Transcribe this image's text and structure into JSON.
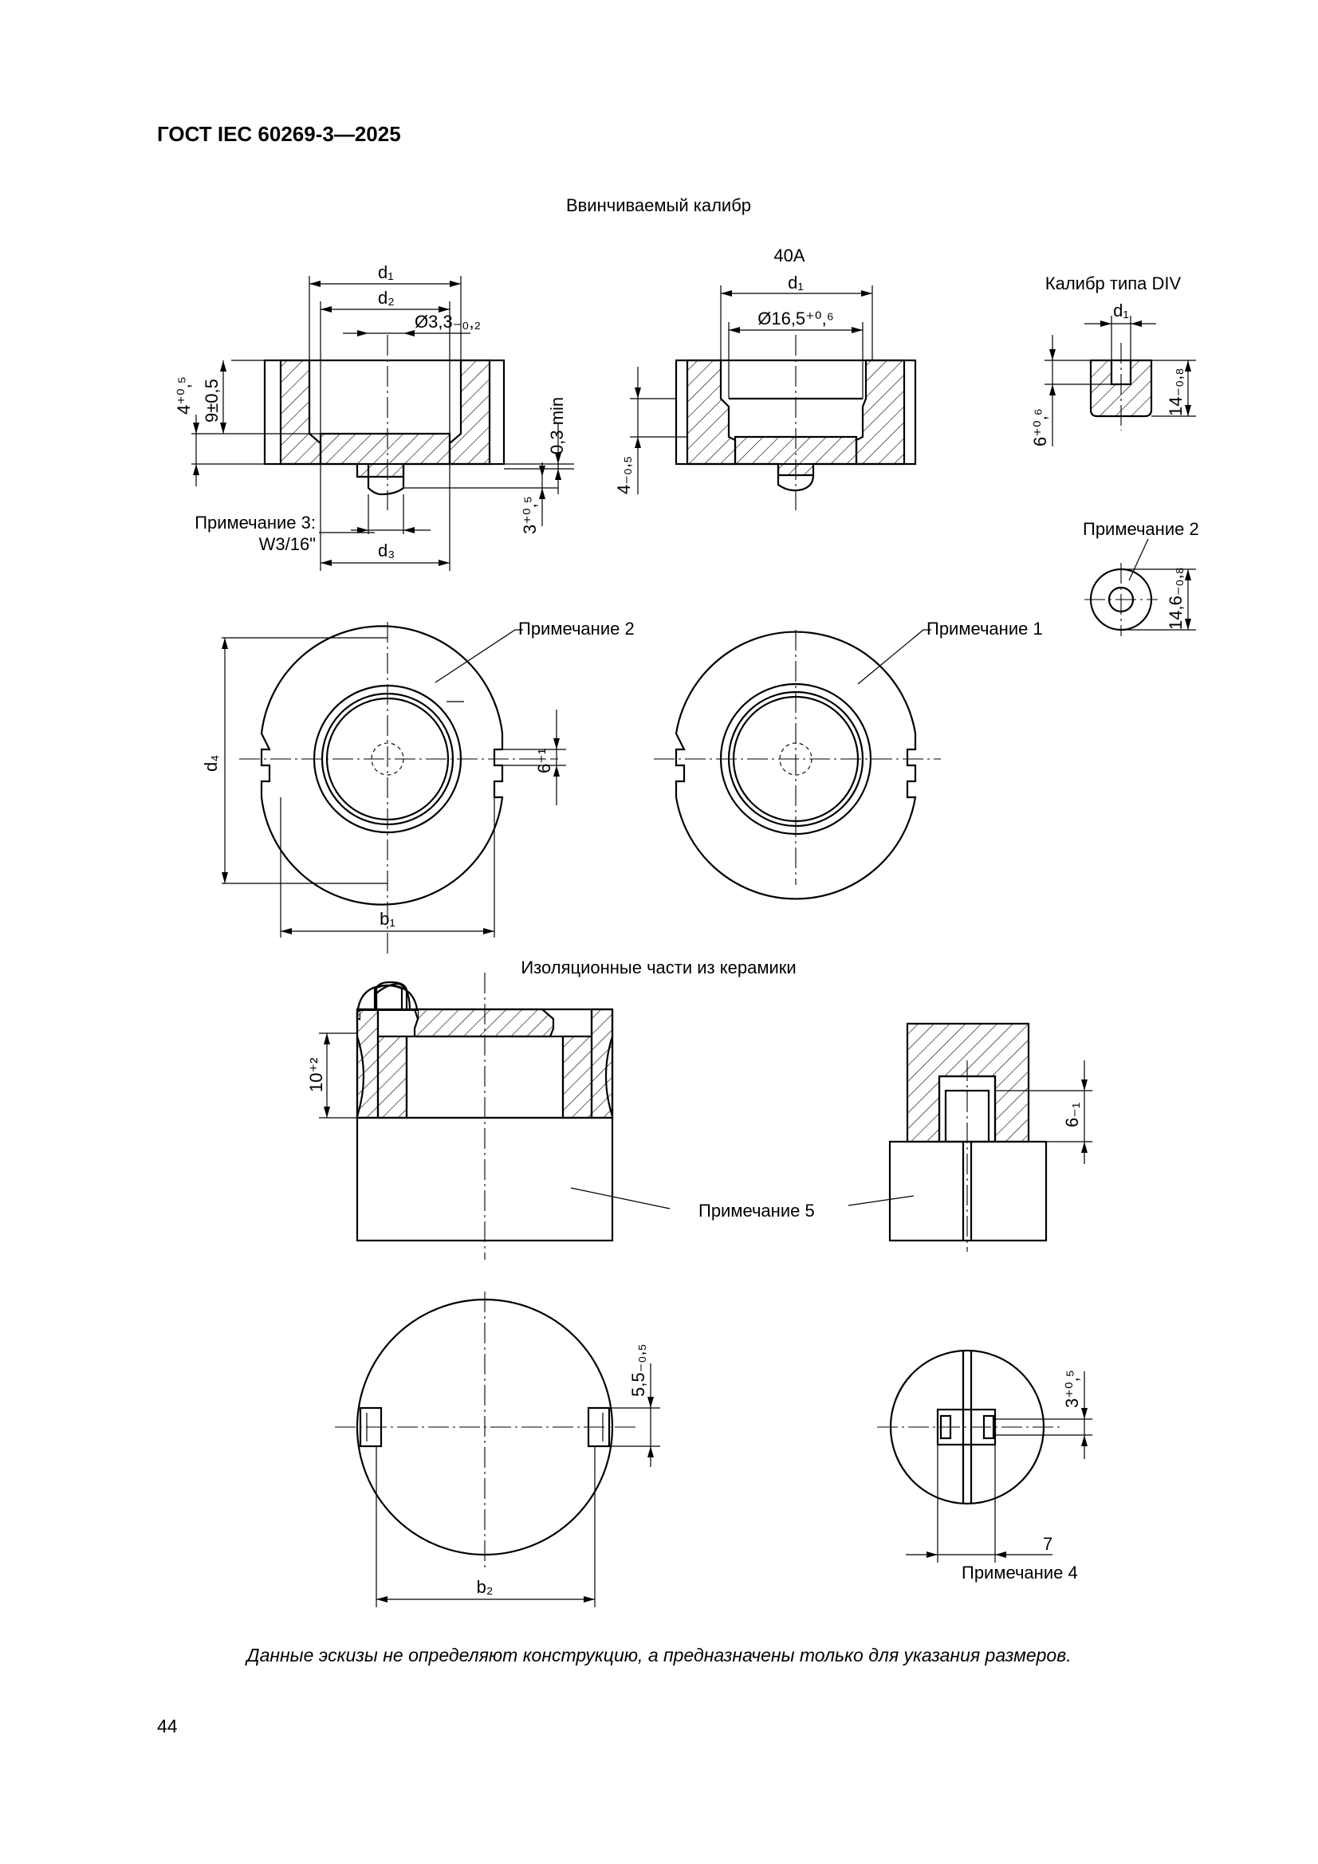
{
  "header": {
    "standard": "ГОСТ IEC 60269-3—2025"
  },
  "footer": {
    "page_number": "44",
    "disclaimer": "Данные эскизы не определяют конструкцию, а предназначены только для указания размеров."
  },
  "section_titles": {
    "screw_gauge": "Ввинчиваемый калибр",
    "variant_40a": "40А",
    "div_gauge": "Калибр типа DIV",
    "ceramic": "Изоляционные части из керамики"
  },
  "notes": {
    "note1": "Примечание 1",
    "note2": "Примечание 2",
    "note2_div": "Примечание 2",
    "note3_line1": "Примечание 3:",
    "note3_line2": "W3/16\"",
    "note4": "Примечание 4",
    "note5": "Примечание 5"
  },
  "dimensions": {
    "d1_left": "d₁",
    "d2": "d₂",
    "d_hole": "Ø3,3₋₀,₂",
    "h4": "4⁺⁰,⁵",
    "h9": "9±0,5",
    "h03": "0,3 min",
    "h3_left": "3⁺⁰,⁵",
    "d3": "d₃",
    "d1_40a": "d₁",
    "d165": "Ø16,5⁺⁰,⁶",
    "h4m": "4₋₀,₅",
    "d1_div": "d₁",
    "h14_top": "14₋₀,₈",
    "h6_div": "6⁺⁰,⁶",
    "d146": "14,6₋₀,₈",
    "d4": "d₄",
    "slot6": "6⁺¹",
    "b1": "b₁",
    "h10": "10⁺²",
    "h6m": "6₋₁",
    "w55": "5,5₋₀,₅",
    "b2": "b₂",
    "h3_small": "3⁺⁰,⁵",
    "w7": "7"
  }
}
